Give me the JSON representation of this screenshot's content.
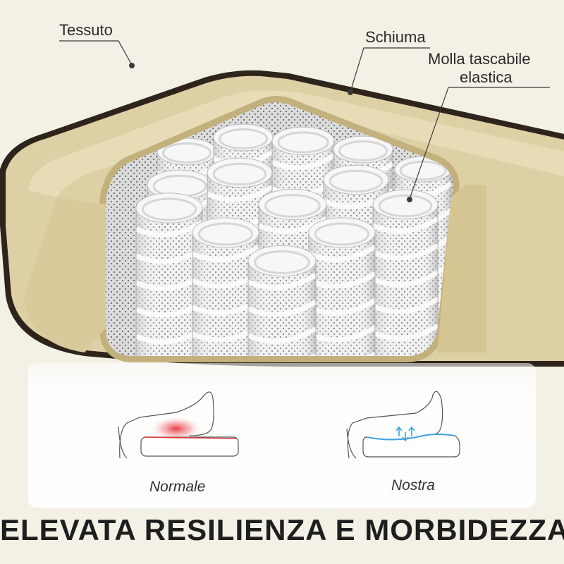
{
  "labels": {
    "fabric": "Tessuto",
    "foam": "Schiuma",
    "spring_line1": "Molla tascabile",
    "spring_line2": "elastica"
  },
  "comparison": {
    "left_label": "Normale",
    "right_label": "Nostra"
  },
  "headline": "ELEVATA RESILIENZA E MORBIDEZZA",
  "colors": {
    "fabric": "#f3f0e6",
    "foam": "#ddd0a4",
    "foam_shadow": "#c4b383",
    "edge": "#3a2d24",
    "spring_sleeve": "#f4f4f4",
    "pressure_red": "#e03a3a",
    "pressure_blue": "#3fa0e0"
  }
}
